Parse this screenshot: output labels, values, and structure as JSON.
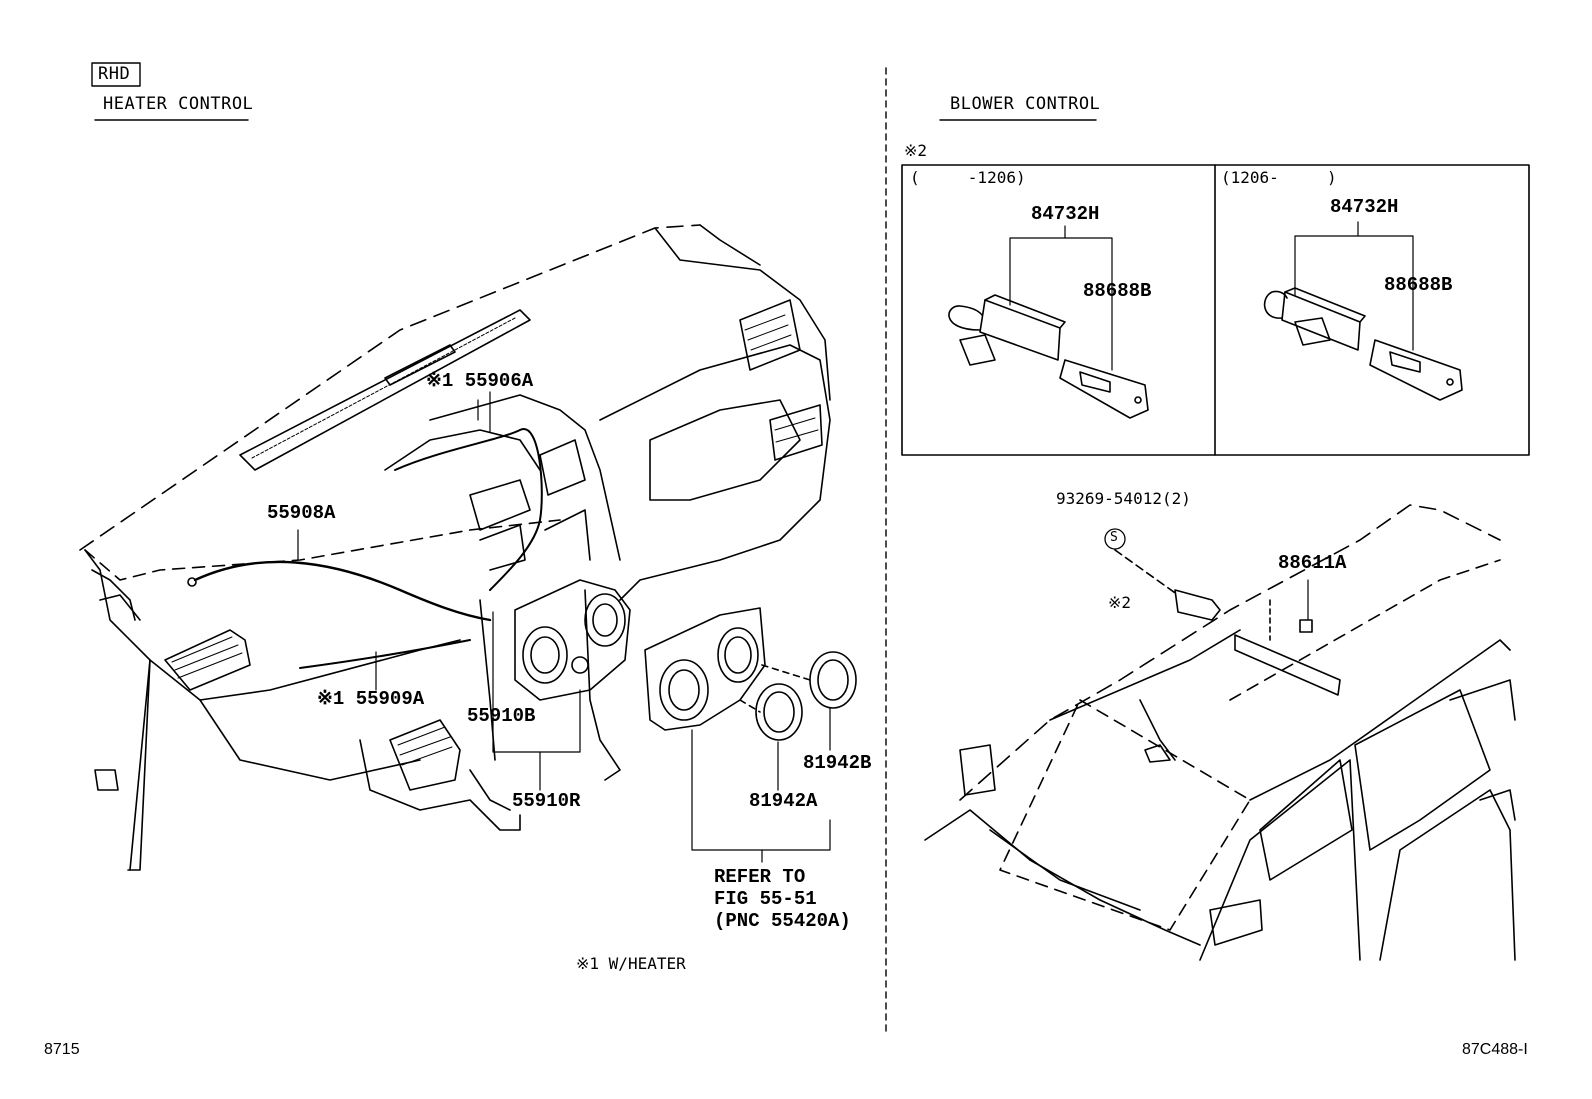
{
  "headers": {
    "rhd": "RHD",
    "heater_control": "HEATER CONTROL",
    "blower_control": "BLOWER CONTROL"
  },
  "heater_parts": {
    "p55906A": "※1 55906A",
    "p55908A": "55908A",
    "p55909A": "※1 55909A",
    "p55910B": "55910B",
    "p55910R": "55910R",
    "p81942A": "81942A",
    "p81942B": "81942B"
  },
  "refer": {
    "line1": "REFER TO",
    "line2": "FIG 55-51",
    "line3": "(PNC 55420A)"
  },
  "note1": "※1 W/HEATER",
  "blower": {
    "mark2_box": "※2",
    "period_left": "(     -1206)",
    "period_right": "(1206-     )",
    "left_84732H": "84732H",
    "left_88688B": "88688B",
    "right_84732H": "84732H",
    "right_88688B": "88688B",
    "screw": "93269-54012(2)",
    "screw_symbol": "S",
    "p88611A": "88611A",
    "mark2_car": "※2"
  },
  "footer": {
    "left": "8715",
    "right": "87C488-I"
  }
}
